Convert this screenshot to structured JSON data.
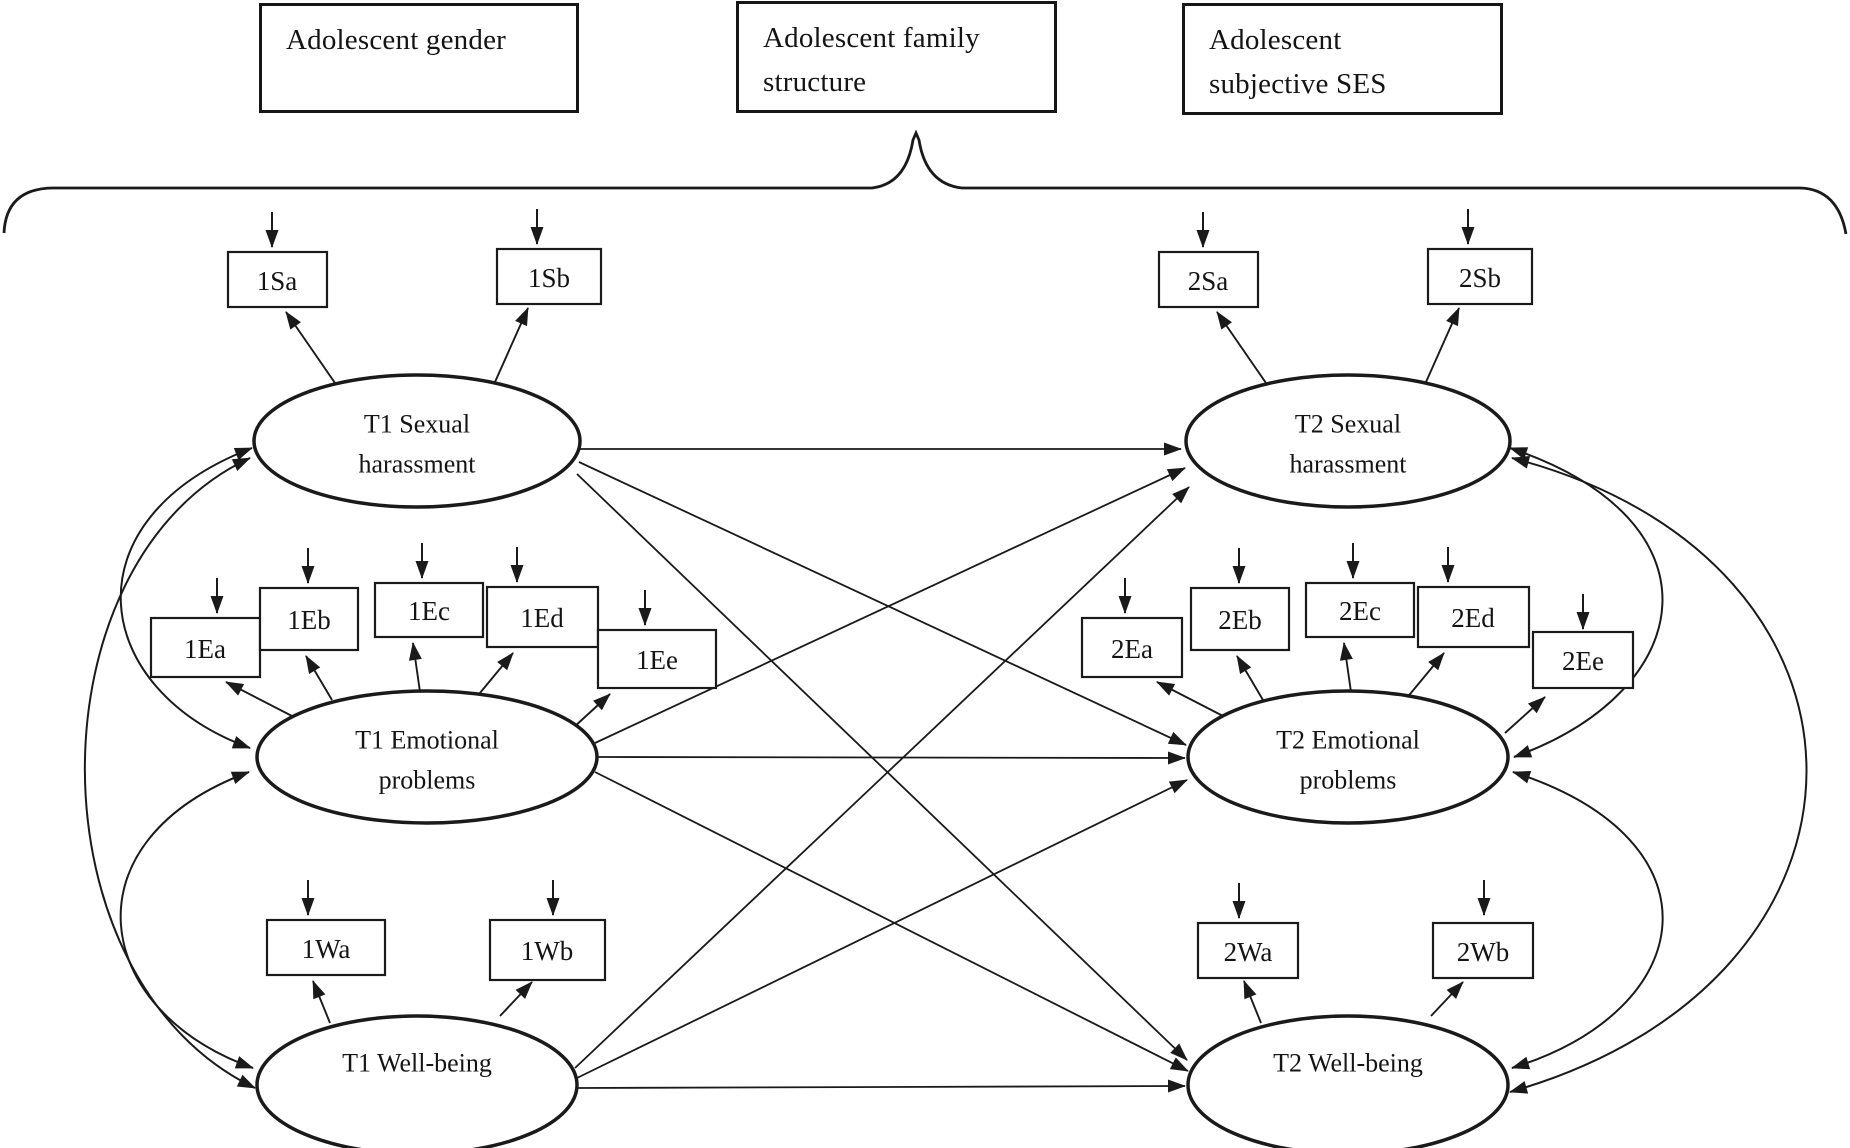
{
  "figure": {
    "covariates": [
      {
        "id": "adolescent-gender",
        "lines": [
          "Adolescent gender"
        ]
      },
      {
        "id": "adolescent-family-structure",
        "lines": [
          "Adolescent family",
          "structure"
        ]
      },
      {
        "id": "adolescent-subjective-ses",
        "lines": [
          "Adolescent",
          "subjective SES"
        ]
      }
    ],
    "latents": [
      {
        "id": "t1-sexual-harassment",
        "lines": [
          "T1 Sexual",
          "harassment"
        ]
      },
      {
        "id": "t1-emotional-problems",
        "lines": [
          "T1 Emotional",
          "problems"
        ]
      },
      {
        "id": "t1-well-being",
        "lines": [
          "T1 Well-being"
        ]
      },
      {
        "id": "t2-sexual-harassment",
        "lines": [
          "T2 Sexual",
          "harassment"
        ]
      },
      {
        "id": "t2-emotional-problems",
        "lines": [
          "T2 Emotional",
          "problems"
        ]
      },
      {
        "id": "t2-well-being",
        "lines": [
          "T2 Well-being"
        ]
      }
    ],
    "indicators": [
      "1Sa",
      "1Sb",
      "1Ea",
      "1Eb",
      "1Ec",
      "1Ed",
      "1Ee",
      "1Wa",
      "1Wb",
      "2Sa",
      "2Sb",
      "2Ea",
      "2Eb",
      "2Ec",
      "2Ed",
      "2Ee",
      "2Wa",
      "2Wb"
    ],
    "colors": {
      "line": "#1a1a1a",
      "text": "#141414",
      "background": "#ffffff"
    }
  }
}
